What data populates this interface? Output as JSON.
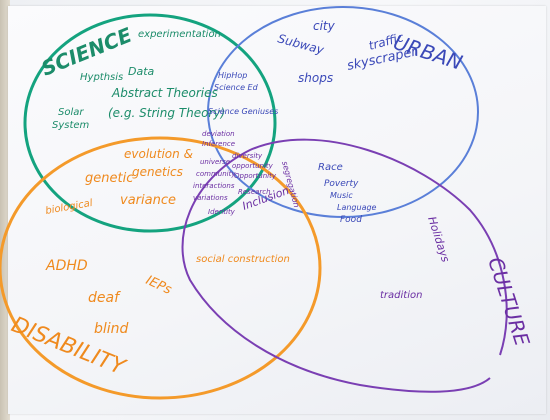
{
  "colors": {
    "science": "#14a37f",
    "urban": "#5a7fd8",
    "disability": "#f49a2a",
    "culture": "#7a3fb3",
    "ink_science": "#1c8c6a",
    "ink_urban": "#3b49b8",
    "ink_disability": "#ef8a1e",
    "ink_culture": "#6b2fa3"
  },
  "titles": {
    "science": "SCIENCE",
    "urban": "URBAN",
    "disability": "DISABILITY",
    "culture": "CULTURE"
  },
  "science": {
    "experimentation": "experimentation",
    "hypothesis": "Hypthsis",
    "data": "Data",
    "abstract_theories": "Abstract Theories",
    "string_theory": "(e.g. String Theory)",
    "solar": "Solar",
    "system": "System"
  },
  "science_urban": {
    "hiphop": "HipHop",
    "science_ed": "Science Ed",
    "science_genius": "Science Geniuses"
  },
  "urban": {
    "city": "city",
    "subway": "Subway",
    "traffic": "traffic",
    "skyscraper": "skyscraper",
    "shops": "shops"
  },
  "science_disability": {
    "evolution": "evolution &",
    "genetics": "genetics",
    "genetic": "genetic",
    "variance": "variance",
    "biological": "biological"
  },
  "core": {
    "deviation": "deviation",
    "inference": "Inference",
    "universe": "universe",
    "community": "community",
    "interactions": "interactions",
    "variations": "variations",
    "diversity": "diversity",
    "opportunity": "opportunity",
    "opportunity2": "Opportunity",
    "research": "Research",
    "identity": "Identity"
  },
  "urban_culture": {
    "race": "Race",
    "poverty": "Poverty",
    "music": "Music",
    "language": "Language",
    "food": "Food"
  },
  "disability_urban": {
    "inclusion": "Inclusion",
    "segregation": "segregation"
  },
  "culture": {
    "holidays": "Holidays",
    "tradition": "tradition"
  },
  "disability_culture": {
    "social_construction": "social construction"
  },
  "disability": {
    "adhd": "ADHD",
    "ieps": "IEPs",
    "deaf": "deaf",
    "blind": "blind"
  }
}
